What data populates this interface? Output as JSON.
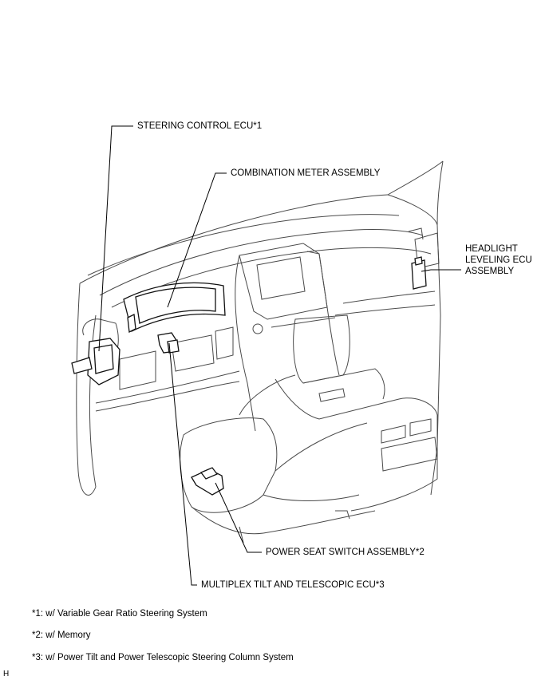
{
  "callouts": {
    "steering_control_ecu": "STEERING CONTROL ECU*1",
    "combination_meter": "COMBINATION METER ASSEMBLY",
    "headlight_leveling_line1": "HEADLIGHT",
    "headlight_leveling_line2": "LEVELING ECU",
    "headlight_leveling_line3": "ASSEMBLY",
    "power_seat_switch": "POWER SEAT SWITCH ASSEMBLY*2",
    "multiplex_tilt": "MULTIPLEX TILT AND TELESCOPIC ECU*3"
  },
  "footnotes": {
    "note1": "*1: w/ Variable Gear Ratio Steering System",
    "note2": "*2: w/ Memory",
    "note3": "*3: w/ Power Tilt and Power Telescopic Steering Column System"
  },
  "ref_code": "H"
}
